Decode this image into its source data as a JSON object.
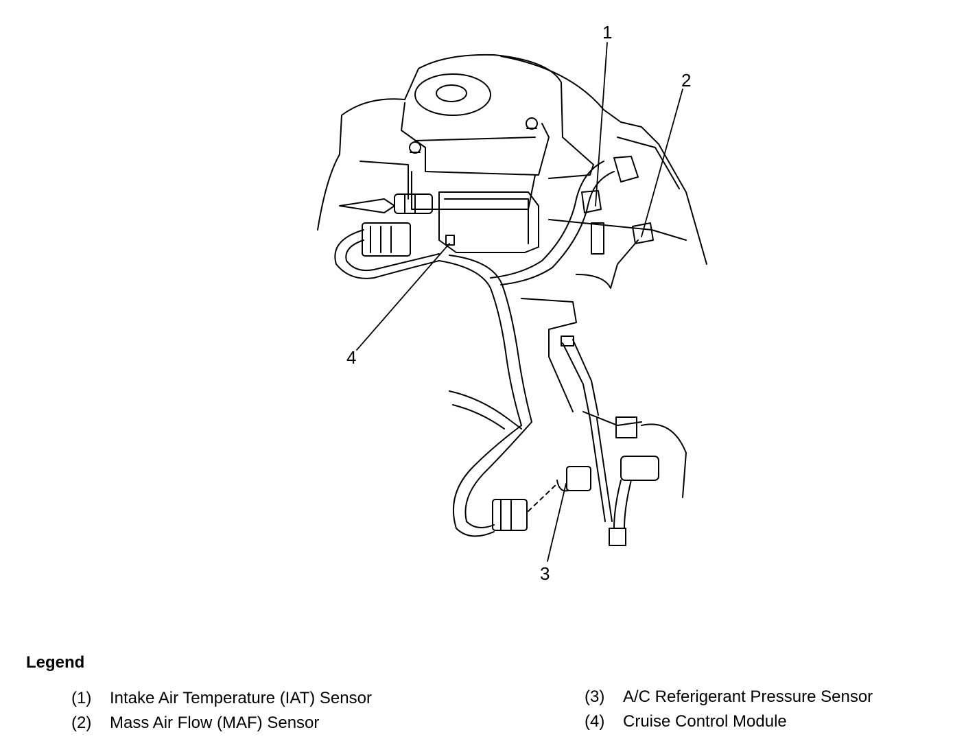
{
  "callouts": [
    "1",
    "2",
    "3",
    "4"
  ],
  "legend": {
    "title": "Legend",
    "items": [
      {
        "num": "(1)",
        "label": "Intake Air Temperature (IAT) Sensor"
      },
      {
        "num": "(2)",
        "label": "Mass Air Flow (MAF) Sensor"
      },
      {
        "num": "(3)",
        "label": "A/C Referigerant Pressure Sensor"
      },
      {
        "num": "(4)",
        "label": "Cruise Control Module"
      }
    ]
  }
}
